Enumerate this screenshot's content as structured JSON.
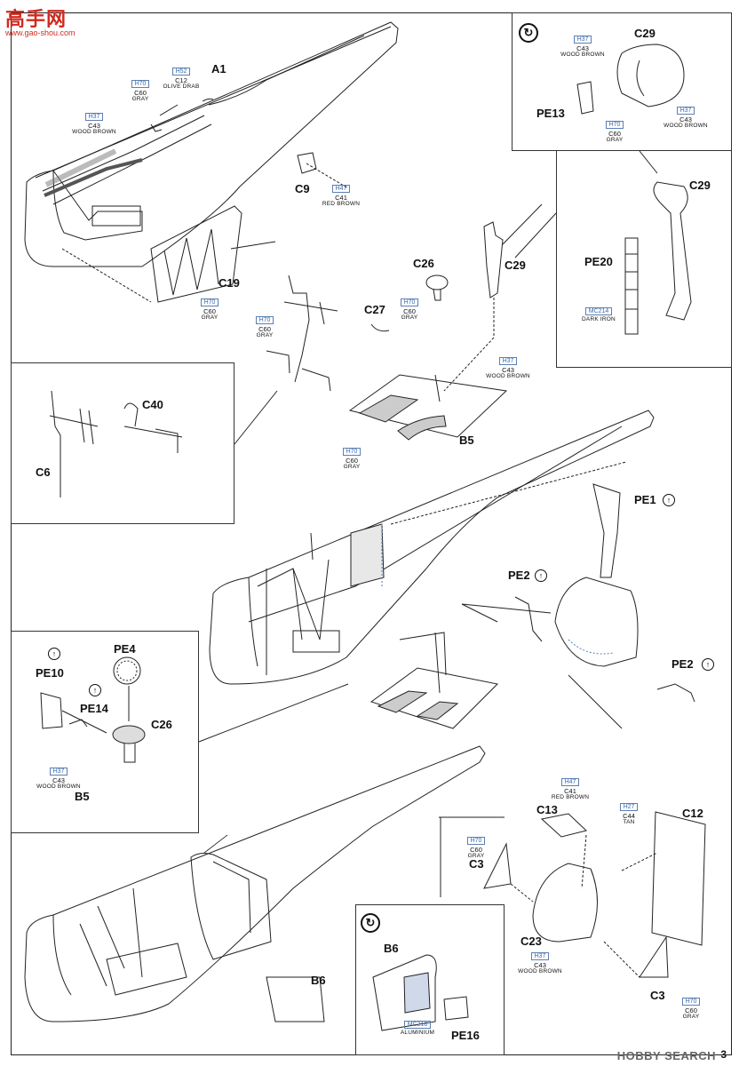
{
  "watermark": {
    "title": "高手网",
    "url": "www.gao-shou.com"
  },
  "page_number": "3",
  "footer_brand": "HOBBY SEARCH",
  "parts": {
    "A1": "A1",
    "C9": "C9",
    "C19": "C19",
    "C29a": "C29",
    "C29b": "C29",
    "C29c": "C29",
    "PE13": "PE13",
    "PE20": "PE20",
    "C26a": "C26",
    "C27": "C27",
    "C40": "C40",
    "C6": "C6",
    "B5a": "B5",
    "PE1": "PE1",
    "PE2a": "PE2",
    "PE2b": "PE2",
    "PE4": "PE4",
    "PE10": "PE10",
    "PE14": "PE14",
    "C26b": "C26",
    "B5b": "B5",
    "C13": "C13",
    "C12": "C12",
    "C3a": "C3",
    "C3b": "C3",
    "C23": "C23",
    "B6a": "B6",
    "B6b": "B6",
    "PE16": "PE16"
  },
  "paints": {
    "p1": {
      "h": "H70",
      "c": "C60",
      "name": "GRAY"
    },
    "p2": {
      "h": "H52",
      "c": "C12",
      "name": "OLIVE DRAB"
    },
    "p3": {
      "h": "H37",
      "c": "C43",
      "name": "WOOD BROWN"
    },
    "p4": {
      "h": "H47",
      "c": "C41",
      "name": "RED BROWN"
    },
    "p5": {
      "h": "H70",
      "c": "C60",
      "name": "GRAY"
    },
    "p6": {
      "h": "H37",
      "c": "C43",
      "name": "WOOD BROWN"
    },
    "p7": {
      "h": "H37",
      "c": "C43",
      "name": "WOOD BROWN"
    },
    "p8": {
      "h": "H70",
      "c": "C60",
      "name": "GRAY"
    },
    "p9": {
      "mc": "MC214",
      "name": "DARK IRON"
    },
    "p10": {
      "h": "H70",
      "c": "C60",
      "name": "GRAY"
    },
    "p11": {
      "h": "H70",
      "c": "C60",
      "name": "GRAY"
    },
    "p12": {
      "h": "H37",
      "c": "C43",
      "name": "WOOD BROWN"
    },
    "p13": {
      "h": "H70",
      "c": "C60",
      "name": "GRAY"
    },
    "p14": {
      "h": "H37",
      "c": "C43",
      "name": "WOOD BROWN"
    },
    "p15": {
      "h": "H47",
      "c": "C41",
      "name": "RED BROWN"
    },
    "p16": {
      "h": "H27",
      "c": "C44",
      "name": "TAN"
    },
    "p17": {
      "h": "H70",
      "c": "C60",
      "name": "GRAY"
    },
    "p18": {
      "h": "H37",
      "c": "C43",
      "name": "WOOD BROWN"
    },
    "p19": {
      "h": "H70",
      "c": "C60",
      "name": "GRAY"
    },
    "p20": {
      "mc": "MC218",
      "name": "ALUMINIUM"
    }
  }
}
